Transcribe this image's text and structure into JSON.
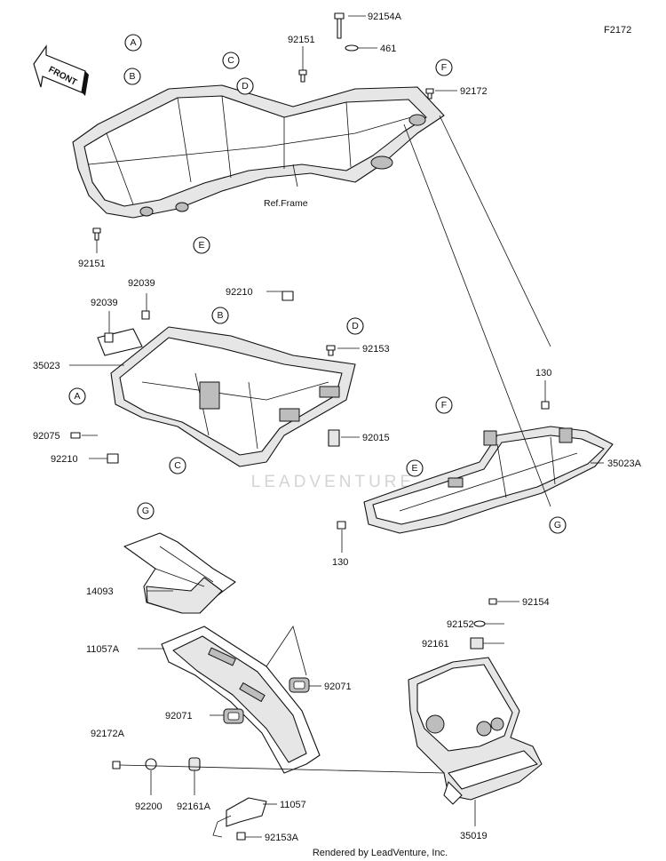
{
  "figure_code": "F2172",
  "front_label": "FRONT",
  "frame_ref": "Ref.Frame",
  "watermark": "LEADVENTURE",
  "footer": "Rendered by LeadVenture, Inc.",
  "callouts": {
    "a1": "A",
    "a2": "A",
    "b1": "B",
    "b2": "B",
    "c1": "C",
    "c2": "C",
    "d1": "D",
    "d2": "D",
    "e1": "E",
    "e2": "E",
    "f1": "F",
    "f2": "F",
    "g1": "G",
    "g2": "G"
  },
  "parts": {
    "p92154A": "92154A",
    "p461": "461",
    "p92151_top": "92151",
    "p92172": "92172",
    "p92151_bot": "92151",
    "p92210_top": "92210",
    "p92039_a": "92039",
    "p92039_b": "92039",
    "p35023": "35023",
    "p92153": "92153",
    "p92075": "92075",
    "p92015": "92015",
    "p92210_bot": "92210",
    "p130_top": "130",
    "p35023A": "35023A",
    "p130_bot": "130",
    "p14093": "14093",
    "p11057A": "11057A",
    "p92154": "92154",
    "p92152": "92152",
    "p92161": "92161",
    "p92071_r": "92071",
    "p92071_l": "92071",
    "p92172A": "92172A",
    "p92200": "92200",
    "p92161A": "92161A",
    "p11057": "11057",
    "p92153A": "92153A",
    "p35019": "35019"
  }
}
